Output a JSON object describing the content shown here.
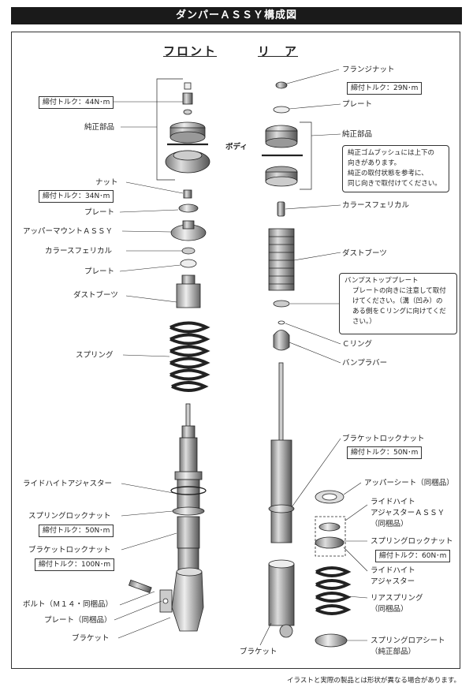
{
  "title": "ダンパーＡＳＳＹ構成図",
  "headings": {
    "front": "フロント",
    "rear": "リ　ア"
  },
  "body_label": "ボディ",
  "front_labels": {
    "genuine": "純正部品",
    "nut": "ナット",
    "plate1": "プレート",
    "upper_mount": "アッパーマウントＡＳＳＹ",
    "collar": "カラースフェリカル",
    "plate2": "プレート",
    "dust_boot": "ダストブーツ",
    "spring": "スプリング",
    "ride_height": "ライドハイトアジャスター",
    "spring_lock_nut": "スプリングロックナット",
    "bracket_lock_nut": "ブラケットロックナット",
    "bolt": "ボルト（Ｍ１４・同梱品）",
    "plate3": "プレート（同梱品）",
    "bracket": "ブラケット"
  },
  "front_torque": {
    "top": "締付トルク：44N･m",
    "nut": "締付トルク：34N･m",
    "spring_lock": "締付トルク：50N･m",
    "bracket_lock": "締付トルク：100N･m"
  },
  "rear_labels": {
    "flange_nut": "フランジナット",
    "plate": "プレート",
    "genuine": "純正部品",
    "collar": "カラースフェリカル",
    "dust_boot": "ダストブーツ",
    "c_ring": "Ｃリング",
    "bump_rubber": "バンプラバー",
    "bracket_lock_nut": "ブラケットロックナット",
    "upper_seat": "アッパーシート（同梱品）",
    "rh_assy_1": "ライドハイト",
    "rh_assy_2": "アジャスターＡＳＳＹ",
    "rh_assy_3": "（同梱品）",
    "spring_lock_nut": "スプリングロックナット",
    "rh_adj_1": "ライドハイト",
    "rh_adj_2": "アジャスター",
    "rear_spring_1": "リアスプリング",
    "rear_spring_2": "（同梱品）",
    "bracket": "ブラケット",
    "lower_seat_1": "スプリングロアシート",
    "lower_seat_2": "（純正部品）"
  },
  "rear_torque": {
    "flange": "締付トルク：29N･m",
    "bracket_lock": "締付トルク：50N･m",
    "spring_lock": "締付トルク：60N･m"
  },
  "notes": {
    "rubber_bush": [
      "純正ゴムブッシュには上下の",
      "向きがあります。",
      "純正の取付状態を参考に、",
      "同じ向きで取付けてください。"
    ],
    "bump_stop_title": "バンプストッププレート",
    "bump_stop": [
      "プレートの向きに注意して取付",
      "けてください。（溝（凹み）の",
      "ある側をＣリングに向けてくだ",
      "さい。）"
    ]
  },
  "footer": "イラストと実際の製品とは形状が異なる場合があります。"
}
